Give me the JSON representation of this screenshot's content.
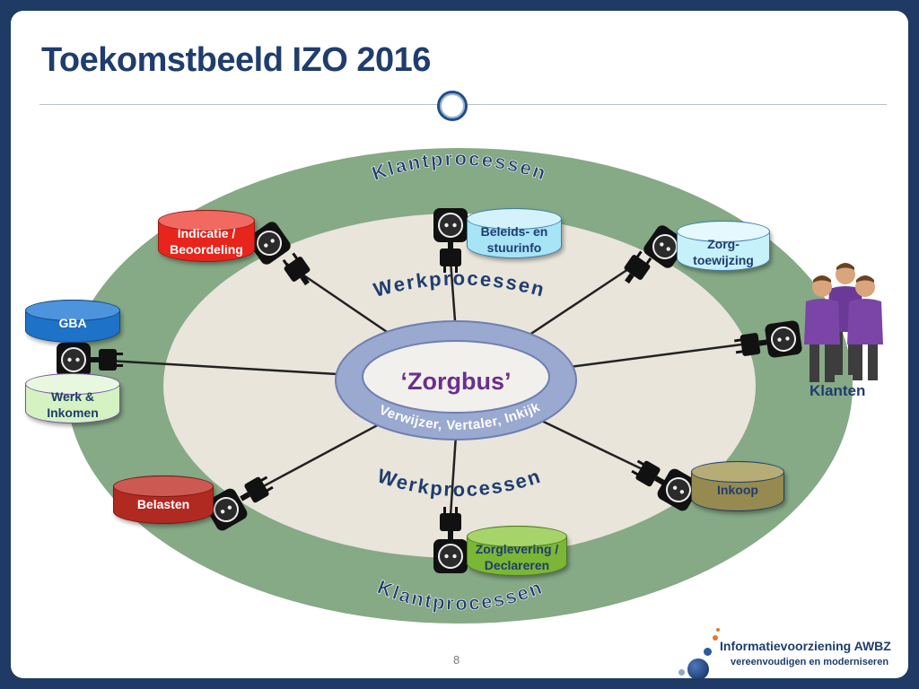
{
  "slide": {
    "title": "Toekomstbeeld IZO 2016",
    "page_number": "8"
  },
  "diagram": {
    "outer_ring_label_top": "Klantprocessen",
    "outer_ring_label_bottom": "Klantprocessen",
    "inner_label_top": "Werkprocessen",
    "inner_label_bottom": "Werkprocessen",
    "hub_title": "‘Zorgbus’",
    "hub_subtitle": "Verwijzer, Vertaler, Inkijk",
    "customers_label": "Klanten"
  },
  "systems": {
    "indicatie": {
      "line1": "Indicatie /",
      "line2": "Beoordeling"
    },
    "beleid": {
      "line1": "Beleids- en",
      "line2": "stuurinfo"
    },
    "zorgtoewijzing": {
      "line1": "Zorg-",
      "line2": "toewijzing"
    },
    "gba": {
      "line1": "GBA"
    },
    "werk": {
      "line1": "Werk &",
      "line2": "Inkomen"
    },
    "belasten": {
      "line1": "Belasten"
    },
    "zorglevering": {
      "line1": "Zorglevering /",
      "line2": "Declareren"
    },
    "inkoop": {
      "line1": "Inkoop"
    }
  },
  "logo": {
    "title": "Informatievoorziening AWBZ",
    "subtitle": "vereenvoudigen en moderniseren"
  },
  "colors": {
    "background": "#1f3a64",
    "title": "#1f3d6e",
    "outer_ring": "#86a986",
    "inner_area": "#e9e5db",
    "hub_ring": "#9aa9d0",
    "hub_text": "#6b2f8c",
    "ring_text": "#1f3d6e"
  },
  "icons": [
    "wall-socket-icon",
    "power-plug-icon",
    "person-icon",
    "logo-dots-icon"
  ]
}
